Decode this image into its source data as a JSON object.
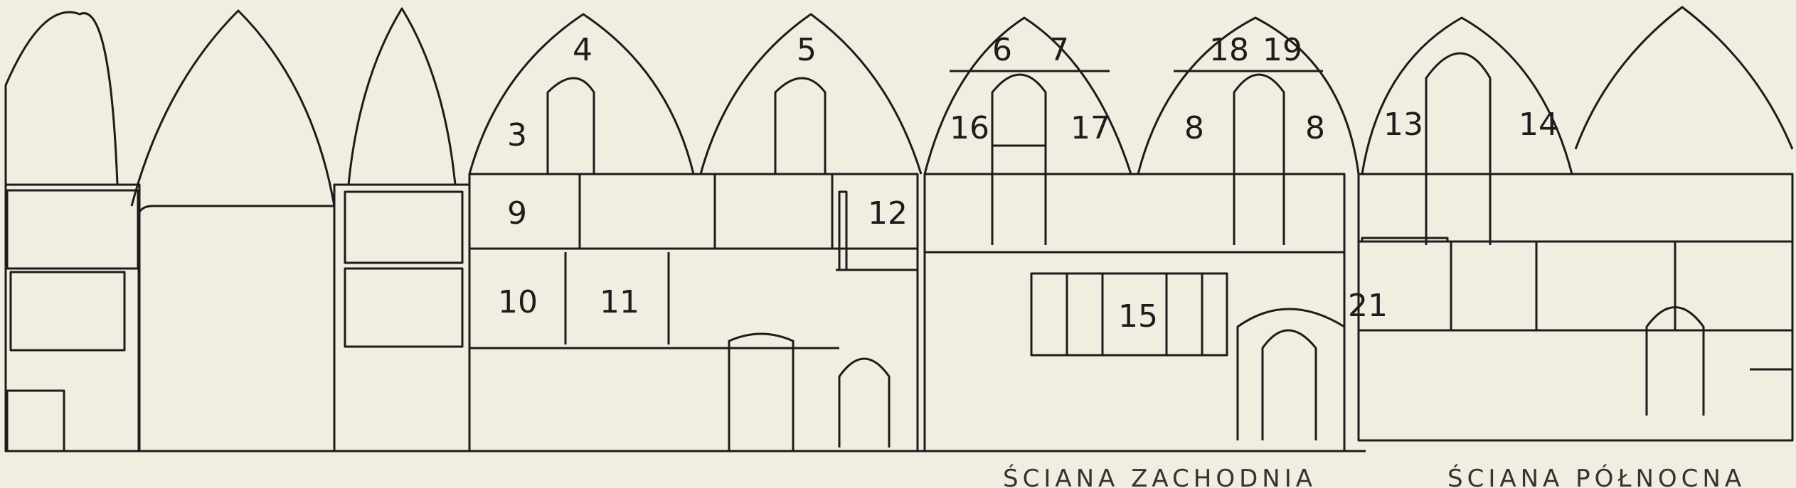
{
  "figure": {
    "fields": [
      {
        "label": "3"
      },
      {
        "label": "4"
      },
      {
        "label": "5"
      },
      {
        "label": "6"
      },
      {
        "label": "7"
      },
      {
        "label": "18"
      },
      {
        "label": "19"
      },
      {
        "label": "16"
      },
      {
        "label": "17"
      },
      {
        "label": "8"
      },
      {
        "label": "8"
      },
      {
        "label": "13"
      },
      {
        "label": "14"
      },
      {
        "label": "9"
      },
      {
        "label": "12"
      },
      {
        "label": "10"
      },
      {
        "label": "11"
      },
      {
        "label": "15"
      },
      {
        "label": "21"
      }
    ],
    "captions": [
      {
        "text": "ŚCIANA ZACHODNIA"
      },
      {
        "text": "ŚCIANA PÓŁNOCNA"
      }
    ]
  }
}
